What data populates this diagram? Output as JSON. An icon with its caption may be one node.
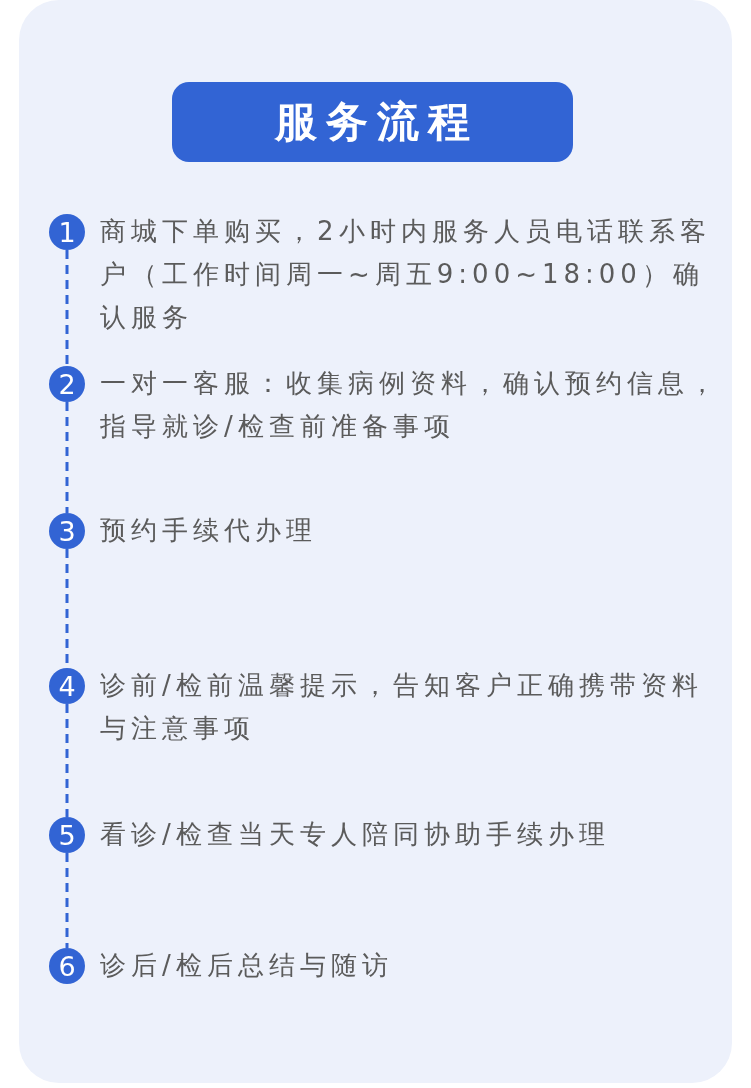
{
  "diagram": {
    "title": "服务流程",
    "nodes": [
      {
        "text": [
          "1"
        ],
        "beside": [
          "商城下单购买，2小时内服务人员电话联系客户（工作时间周一~周五9:00~18:00）确认服务"
        ]
      },
      {
        "text": [
          "2"
        ],
        "beside": [
          "一对一客服：收集病例资料，确认预约信息，指导就诊/检查前准备事项"
        ]
      },
      {
        "text": [
          "3"
        ],
        "beside": [
          "预约手续代办理"
        ]
      },
      {
        "text": [
          "4"
        ],
        "beside": [
          "诊前/检前温馨提示，告知客户正确携带资料与注意事项"
        ]
      },
      {
        "text": [
          "5"
        ],
        "beside": [
          "看诊/检查当天专人陪同协助手续办理"
        ]
      },
      {
        "text": [
          "6"
        ],
        "beside": [
          "诊后/检后总结与随访"
        ]
      }
    ],
    "edges": [
      {
        "from": 0,
        "to": 1,
        "arrow": "none",
        "style": "dashed"
      },
      {
        "from": 1,
        "to": 2,
        "arrow": "none",
        "style": "dashed"
      },
      {
        "from": 2,
        "to": 3,
        "arrow": "none",
        "style": "dashed"
      },
      {
        "from": 3,
        "to": 4,
        "arrow": "none",
        "style": "dashed"
      },
      {
        "from": 4,
        "to": 5,
        "arrow": "none",
        "style": "dashed"
      }
    ]
  }
}
